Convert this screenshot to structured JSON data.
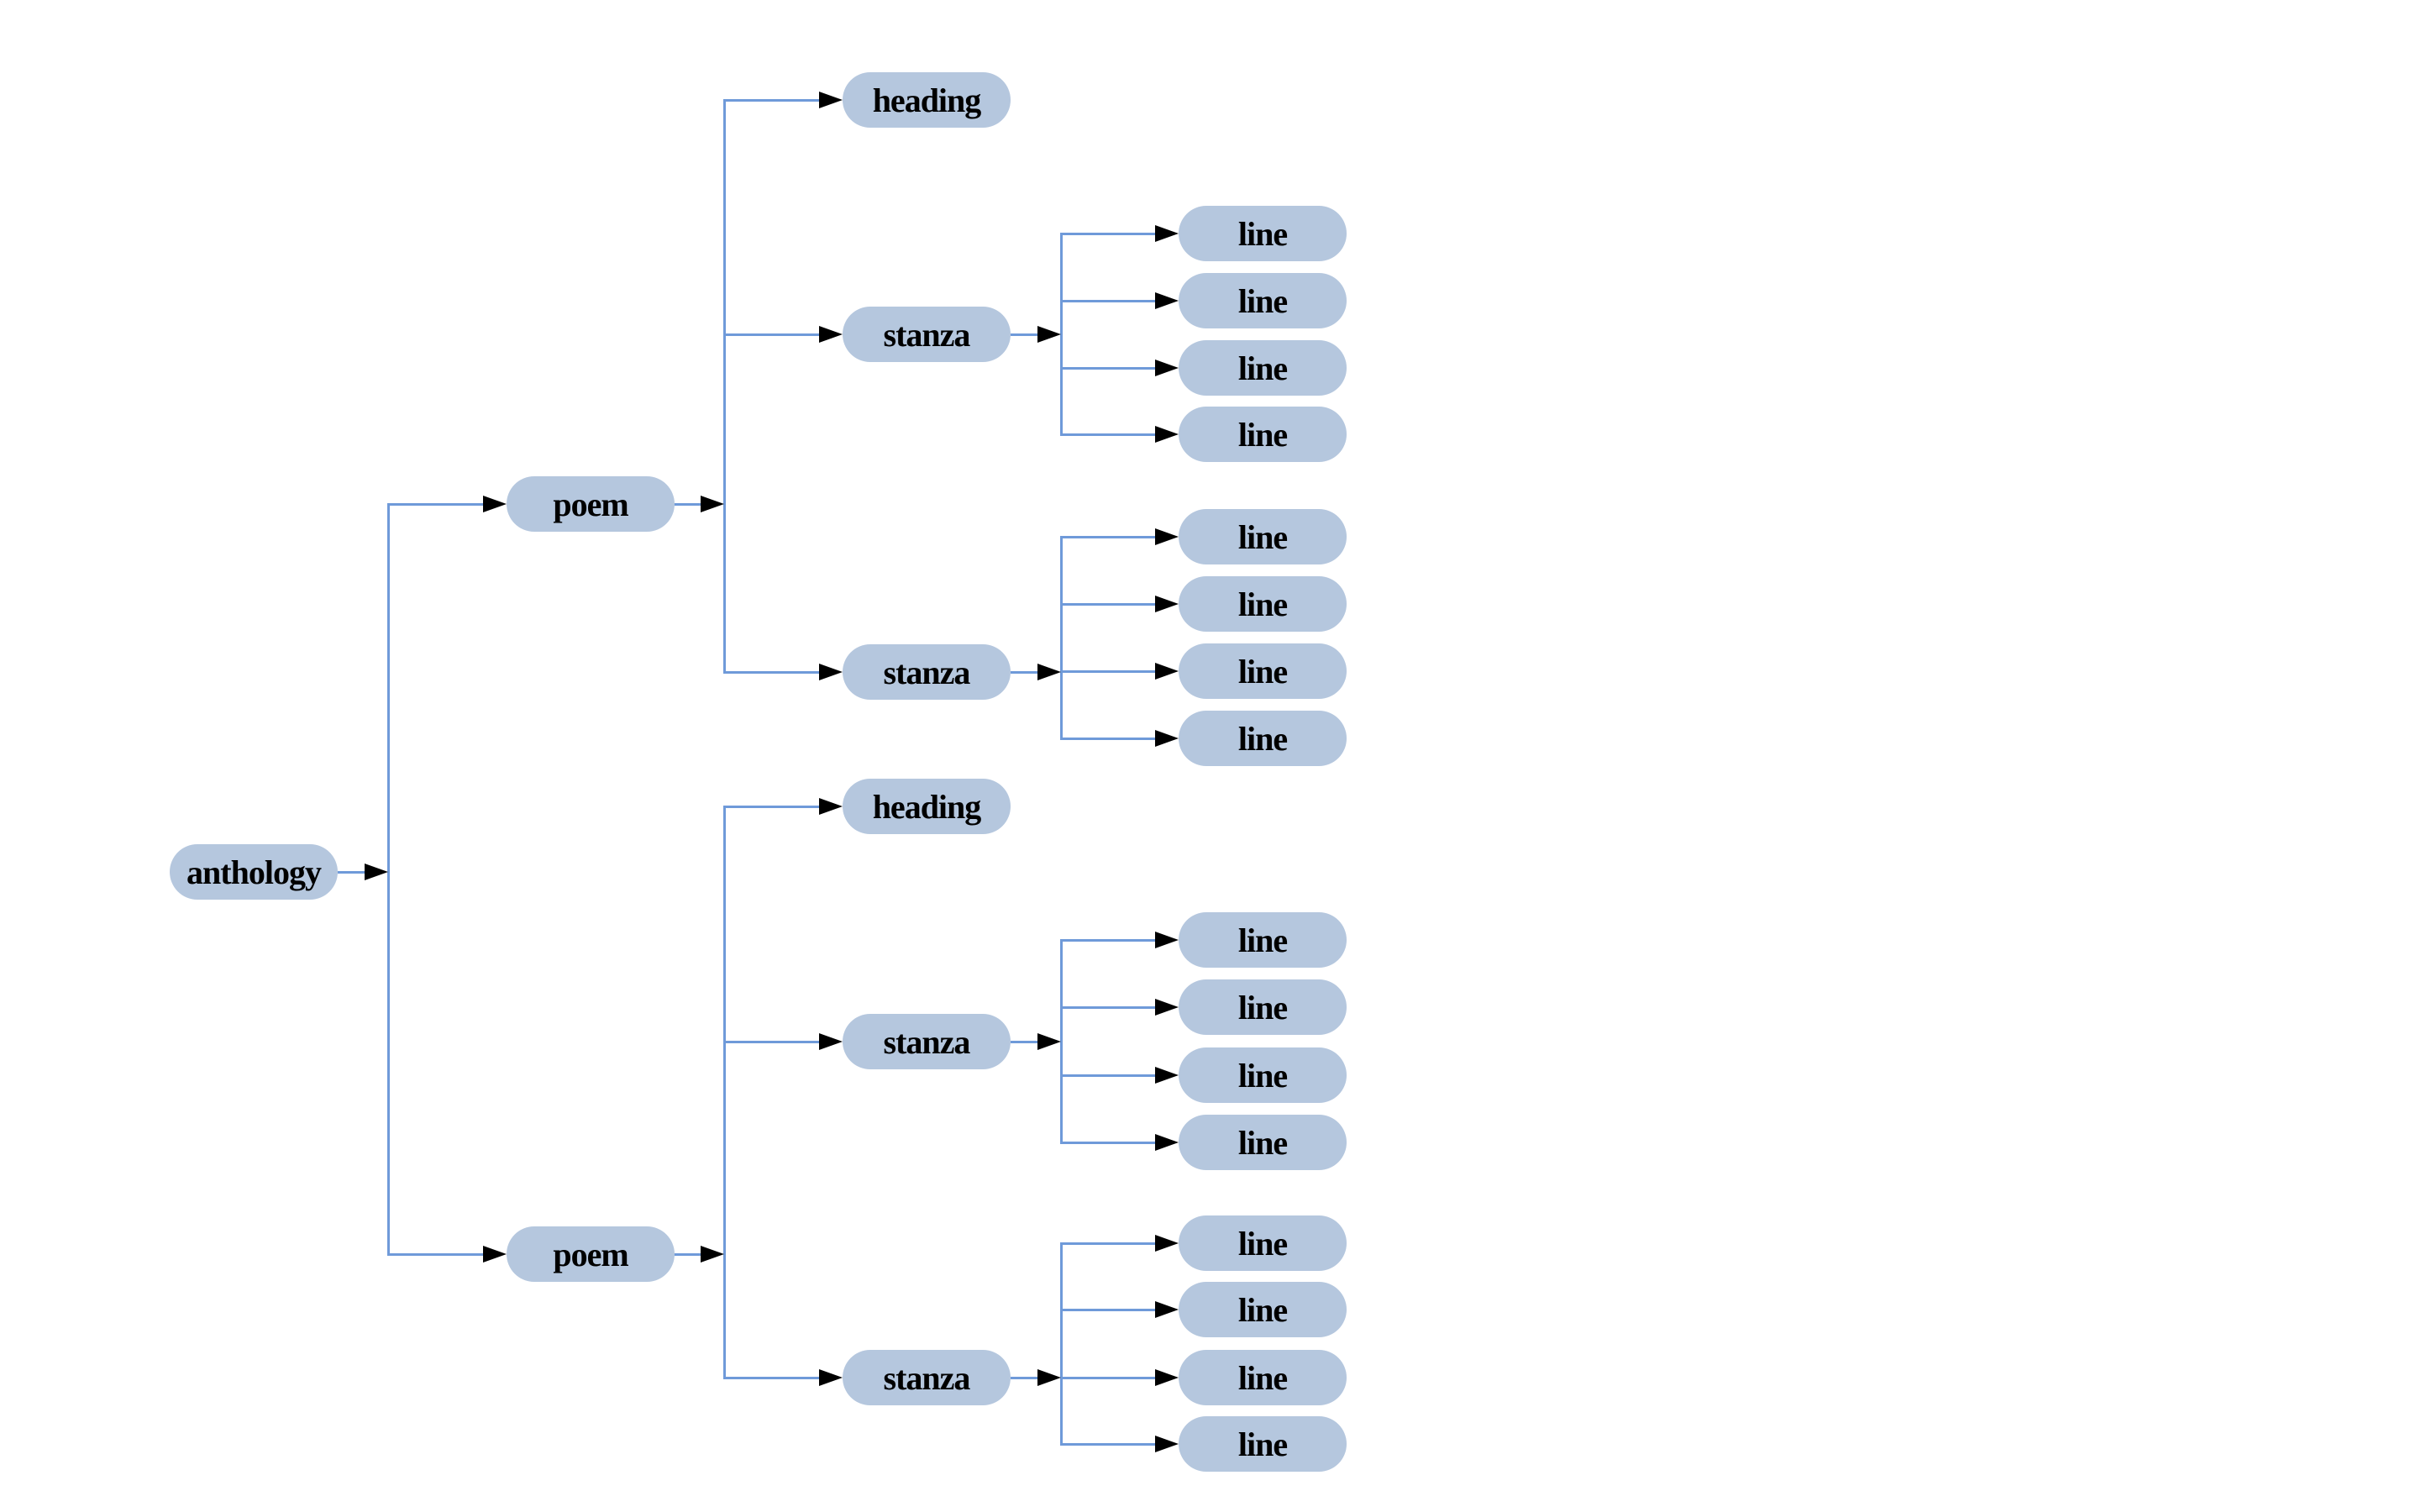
{
  "diagram": {
    "type": "tree",
    "direction": "left-to-right",
    "colors": {
      "background": "#ffffff",
      "node_fill": "#b5c7de",
      "edge": "#6f9ad9",
      "arrowhead": "#000000",
      "text": "#000000"
    },
    "nodes": [
      {
        "id": "anthology",
        "label": "anthology",
        "parent": null
      },
      {
        "id": "poem-1",
        "label": "poem",
        "parent": "anthology"
      },
      {
        "id": "heading-1",
        "label": "heading",
        "parent": "poem-1"
      },
      {
        "id": "stanza-1",
        "label": "stanza",
        "parent": "poem-1"
      },
      {
        "id": "line-1",
        "label": "line",
        "parent": "stanza-1"
      },
      {
        "id": "line-2",
        "label": "line",
        "parent": "stanza-1"
      },
      {
        "id": "line-3",
        "label": "line",
        "parent": "stanza-1"
      },
      {
        "id": "line-4",
        "label": "line",
        "parent": "stanza-1"
      },
      {
        "id": "stanza-2",
        "label": "stanza",
        "parent": "poem-1"
      },
      {
        "id": "line-5",
        "label": "line",
        "parent": "stanza-2"
      },
      {
        "id": "line-6",
        "label": "line",
        "parent": "stanza-2"
      },
      {
        "id": "line-7",
        "label": "line",
        "parent": "stanza-2"
      },
      {
        "id": "line-8",
        "label": "line",
        "parent": "stanza-2"
      },
      {
        "id": "poem-2",
        "label": "poem",
        "parent": "anthology"
      },
      {
        "id": "heading-2",
        "label": "heading",
        "parent": "poem-2"
      },
      {
        "id": "stanza-3",
        "label": "stanza",
        "parent": "poem-2"
      },
      {
        "id": "line-9",
        "label": "line",
        "parent": "stanza-3"
      },
      {
        "id": "line-10",
        "label": "line",
        "parent": "stanza-3"
      },
      {
        "id": "line-11",
        "label": "line",
        "parent": "stanza-3"
      },
      {
        "id": "line-12",
        "label": "line",
        "parent": "stanza-3"
      },
      {
        "id": "stanza-4",
        "label": "stanza",
        "parent": "poem-2"
      },
      {
        "id": "line-13",
        "label": "line",
        "parent": "stanza-4"
      },
      {
        "id": "line-14",
        "label": "line",
        "parent": "stanza-4"
      },
      {
        "id": "line-15",
        "label": "line",
        "parent": "stanza-4"
      },
      {
        "id": "line-16",
        "label": "line",
        "parent": "stanza-4"
      }
    ]
  }
}
